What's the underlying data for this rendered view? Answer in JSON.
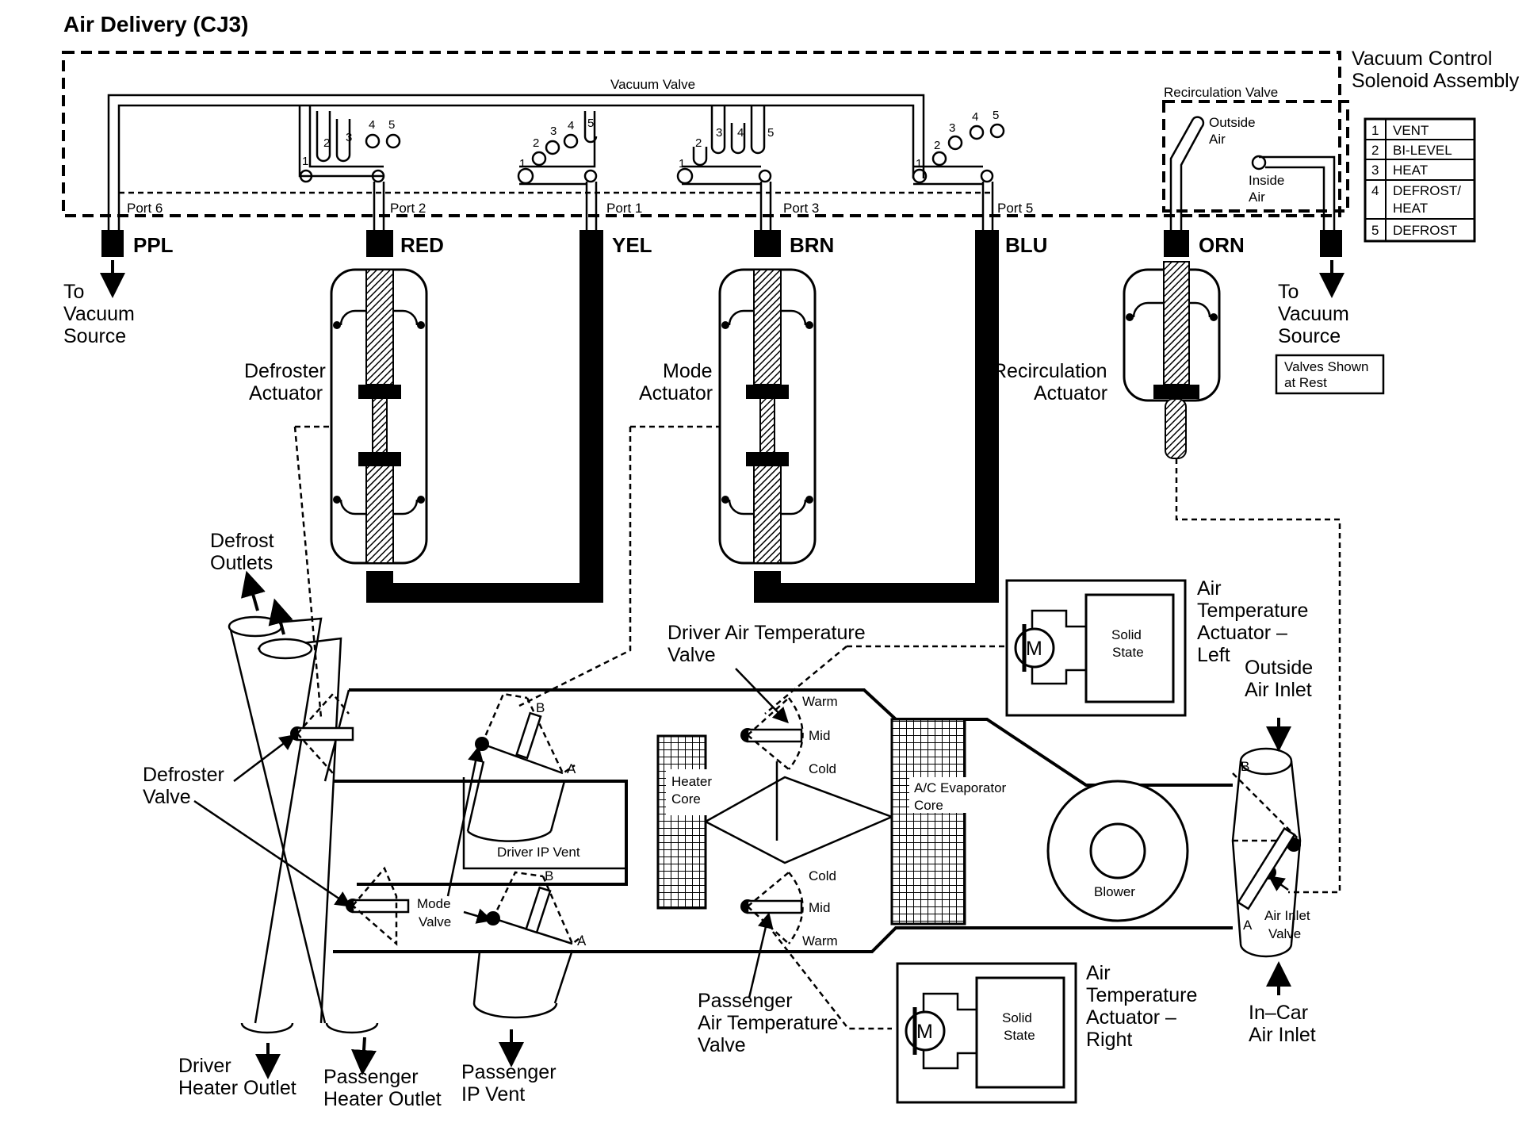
{
  "title": "Air Delivery (CJ3)",
  "solenoid": {
    "assembly_label": [
      "Vacuum Control",
      "Solenoid Assembly"
    ],
    "vacuum_valve_label": "Vacuum Valve",
    "recirc_valve_label": "Recirculation Valve",
    "outside_air": [
      "Outside",
      "Air"
    ],
    "inside_air": [
      "Inside",
      "Air"
    ],
    "port_labels": [
      "Port 6",
      "Port 2",
      "Port 1",
      "Port 3",
      "Port 5"
    ],
    "valve_numbers": [
      "1",
      "2",
      "3",
      "4",
      "5"
    ]
  },
  "legend": [
    {
      "num": "1",
      "label": [
        "VENT"
      ]
    },
    {
      "num": "2",
      "label": [
        "BI-LEVEL"
      ]
    },
    {
      "num": "3",
      "label": [
        "HEAT"
      ]
    },
    {
      "num": "4",
      "label": [
        "DEFROST/",
        "HEAT"
      ]
    },
    {
      "num": "5",
      "label": [
        "DEFROST"
      ]
    }
  ],
  "wires": [
    "PPL",
    "RED",
    "YEL",
    "BRN",
    "BLU",
    "ORN"
  ],
  "vacuum_source": [
    "To",
    "Vacuum",
    "Source"
  ],
  "valves_note": [
    "Valves Shown",
    "at Rest"
  ],
  "actuators": {
    "defroster": [
      "Defroster",
      "Actuator"
    ],
    "mode": [
      "Mode",
      "Actuator"
    ],
    "recirc": [
      "Recirculation",
      "Actuator"
    ]
  },
  "air_temp_left": [
    "Air",
    "Temperature",
    "Actuator –",
    "Left"
  ],
  "air_temp_right": [
    "Air",
    "Temperature",
    "Actuator –",
    "Right"
  ],
  "solid_state": [
    "Solid",
    "State"
  ],
  "motor": "M",
  "labels": {
    "defrost_outlets": [
      "Defrost",
      "Outlets"
    ],
    "defroster_valve": [
      "Defroster",
      "Valve"
    ],
    "mode_valve": [
      "Mode",
      "Valve"
    ],
    "driver_ip_vent": "Driver IP Vent",
    "driver_air_temp": [
      "Driver Air Temperature",
      "Valve"
    ],
    "passenger_air_temp": [
      "Passenger",
      "Air Temperature",
      "Valve"
    ],
    "heater_core": [
      "Heater",
      "Core"
    ],
    "evaporator": [
      "A/C Evaporator",
      "Core"
    ],
    "blower": "Blower",
    "outside_air_inlet": [
      "Outside",
      "Air Inlet"
    ],
    "incar_air_inlet": [
      "In–Car",
      "Air Inlet"
    ],
    "air_inlet_valve": [
      "Air Inlet",
      "Valve"
    ],
    "warm": "Warm",
    "mid": "Mid",
    "cold": "Cold",
    "a": "A",
    "b": "B",
    "driver_heater_outlet": [
      "Driver",
      "Heater Outlet"
    ],
    "passenger_heater_outlet": [
      "Passenger",
      "Heater Outlet"
    ],
    "passenger_ip_vent": [
      "Passenger",
      "IP Vent"
    ]
  }
}
